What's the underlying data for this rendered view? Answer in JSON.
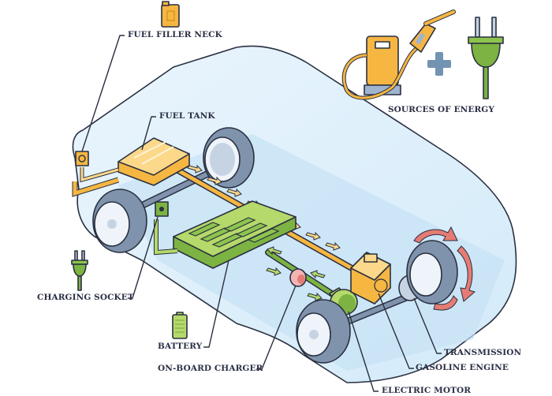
{
  "diagram": {
    "title": "Plug-in hybrid vehicle components",
    "labels": {
      "fuel_filler_neck": "FUEL FILLER NECK",
      "fuel_tank": "FUEL TANK",
      "sources_of_energy": "SOURCES OF ENERGY",
      "charging_socket": "CHARGING SOCKET",
      "battery": "BATTERY",
      "on_board_charger": "ON-BOARD CHARGER",
      "transmission": "TRANSMISSION",
      "gasoline_engine": "GASOLINE ENGINE",
      "electric_motor": "ELECTRIC MOTOR"
    },
    "icons": [
      "jerrycan-icon",
      "fuel-pump-icon",
      "plus-icon",
      "plug-icon",
      "battery-icon"
    ],
    "colors": {
      "fuel": "#f5b642",
      "fuel_light": "#fbd88a",
      "electric": "#7cb342",
      "electric_light": "#b5d96a",
      "wheel": "#7f93ad",
      "wheel_light": "#c5d3e3",
      "body_fill": "#dceefa",
      "rotation_arrow": "#e57c74",
      "plus": "#7393b3",
      "outline": "#2a3040",
      "text": "#2b2f45"
    }
  }
}
